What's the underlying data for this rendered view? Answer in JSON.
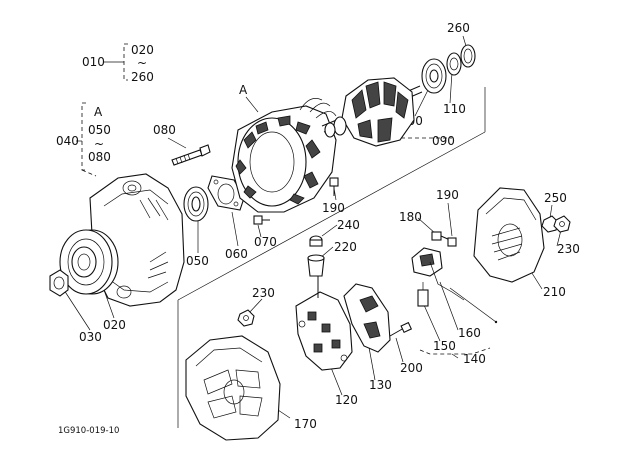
{
  "callouts": {
    "c010": "010",
    "c020a": "020",
    "tilde1": "~",
    "c260a": "260",
    "cA1": "A",
    "c040": "040",
    "c050": "050",
    "tilde2": "~",
    "c080a": "080",
    "c080": "080",
    "cA2": "A",
    "c260": "260",
    "c110": "110",
    "c100": "100",
    "c090": "090",
    "c190a": "190",
    "c060": "060",
    "c070": "070",
    "c050b": "050",
    "c240": "240",
    "c220": "220",
    "c180": "180",
    "c190b": "190",
    "c250": "250",
    "c230a": "230",
    "c210": "210",
    "c230b": "230",
    "c030": "030",
    "c020b": "020",
    "c160": "160",
    "c150": "150",
    "c140": "140",
    "c200": "200",
    "c130": "130",
    "c120": "120",
    "c170": "170"
  },
  "footer": {
    "drawing_code": "1G910-019-10"
  }
}
